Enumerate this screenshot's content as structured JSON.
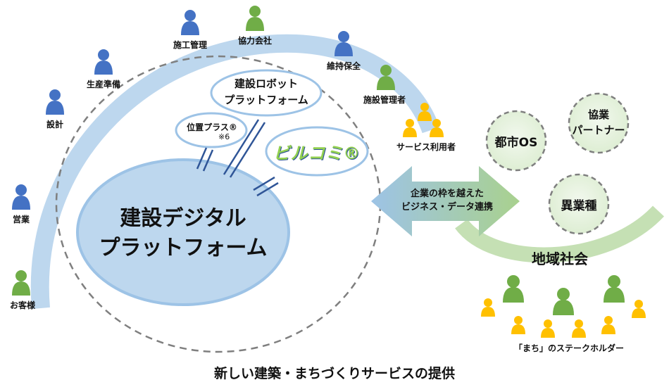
{
  "stakeholders": {
    "customer": "お客様",
    "sales": "営業",
    "design": "設計",
    "production_prep": "生産準備",
    "construction_mgmt": "施工管理",
    "partner_company": "協力会社",
    "maintenance": "維持保全",
    "facility_manager": "施設管理者",
    "service_user": "サービス利用者"
  },
  "core": {
    "line1": "建設デジタル",
    "line2": "プラットフォーム"
  },
  "robot_platform": {
    "line1": "建設ロボット",
    "line2": "プラットフォーム"
  },
  "position_plus": {
    "label": "位置プラス®",
    "note": "※6"
  },
  "bilcomi": {
    "label": "ビルコミ®"
  },
  "arrow": {
    "line1": "企業の枠を越えた",
    "line2": "ビジネス・データ連携"
  },
  "community": {
    "title": "地域社会",
    "nodes": [
      "都市OS",
      "協業\nパートナー",
      "異業種"
    ],
    "stakeholders_label": "「まち」のステークホルダー"
  },
  "footer": {
    "caption": "新しい建築・まちづくりサービスの提供"
  },
  "colors": {
    "blue_person": "#4472c4",
    "green_person": "#70ad47",
    "yellow_person": "#ffc000",
    "arc_blue": "#bdd7ee",
    "arc_green": "#c5e0b4"
  }
}
